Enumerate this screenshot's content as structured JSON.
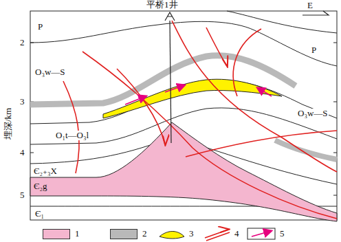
{
  "diagram": {
    "labels": [
      "平桥1井",
      "E",
      "P",
      "P",
      "O₃w—S",
      "O₃w—S",
      "O₁t—O₃l",
      "Є₂₊₃X",
      "Є₂g",
      "Є₁",
      "埋深/km",
      "2",
      "3",
      "4",
      "5"
    ],
    "legend": [
      {
        "text": "1",
        "color": "#f4b6cf"
      },
      {
        "text": "2",
        "color": "#b9b9b9"
      },
      {
        "text": "3"
      },
      {
        "text": "4"
      },
      {
        "text": "5"
      }
    ]
  }
}
